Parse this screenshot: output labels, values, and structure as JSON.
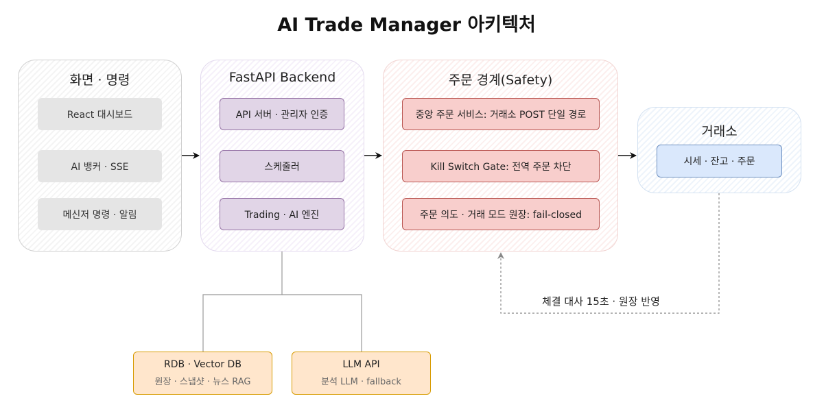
{
  "title": "AI Trade Manager 아키텍처",
  "groups": {
    "screen": {
      "title": "화면 · 명령",
      "items": [
        "React 대시보드",
        "AI 뱅커 · SSE",
        "메신저 명령 · 알림"
      ]
    },
    "backend": {
      "title": "FastAPI Backend",
      "items": [
        "API 서버 · 관리자 인증",
        "스케줄러",
        "Trading · AI 엔진"
      ]
    },
    "safety": {
      "title": "주문 경계(Safety)",
      "items": [
        "중앙 주문 서비스: 거래소 POST 단일 경로",
        "Kill Switch Gate: 전역 주문 차단",
        "주문 의도 · 거래 모드 원장: fail-closed"
      ]
    },
    "exchange": {
      "title": "거래소",
      "items": [
        "시세 · 잔고 · 주문"
      ]
    }
  },
  "storage": {
    "rdb": {
      "label": "RDB · Vector DB",
      "sub": "원장 · 스냅샷 · 뉴스 RAG"
    },
    "llm": {
      "label": "LLM API",
      "sub": "분석 LLM · fallback"
    }
  },
  "edges": {
    "feedback_label": "체결 대사 15초 · 원장 반영"
  },
  "colors": {
    "screen": "#e5e5e5",
    "backend": "#e1d5e7",
    "safety": "#f8cecc",
    "exchange": "#dae8fc",
    "storage": "#ffe6cc"
  }
}
